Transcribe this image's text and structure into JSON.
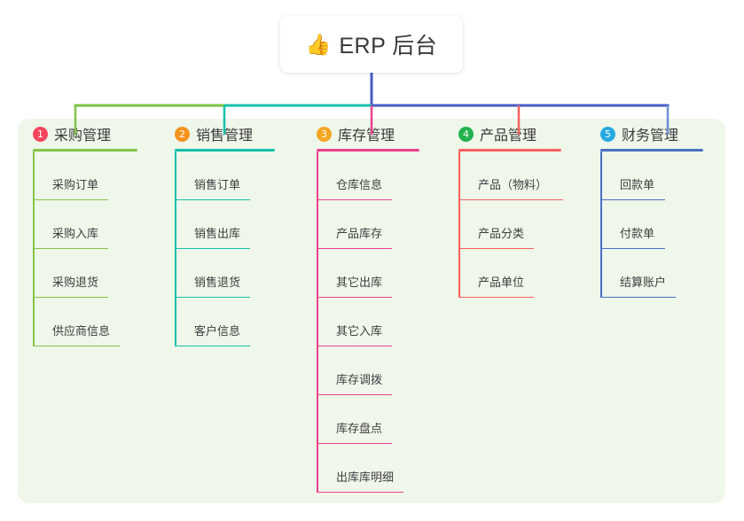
{
  "root": {
    "icon": "thumbs-up-icon",
    "emoji": "👍",
    "title": "ERP 后台"
  },
  "theme": {
    "panel_background": "#eef7e9",
    "page_background": "#ffffff",
    "text": "#3c3c3c",
    "root_stem": "#4a5bc4"
  },
  "connector_segments": [
    {
      "name": "segment-green",
      "color": "#7ac143"
    },
    {
      "name": "segment-teal",
      "color": "#14c0ac"
    },
    {
      "name": "segment-blue",
      "color": "#4a5bc4"
    }
  ],
  "columns": [
    {
      "number": "1",
      "title": "采购管理",
      "badge_color": "#f4455f",
      "line_color": "#85c44a",
      "drop_color": "#85c44a",
      "rule_width": 118,
      "items": [
        {
          "label": "采购订单",
          "rule_width": 84
        },
        {
          "label": "采购入库",
          "rule_width": 84
        },
        {
          "label": "采购退货",
          "rule_width": 84
        },
        {
          "label": "供应商信息",
          "rule_width": 97
        }
      ]
    },
    {
      "number": "2",
      "title": "销售管理",
      "badge_color": "#f7921e",
      "line_color": "#14c0ac",
      "drop_color": "#14c0ac",
      "rule_width": 113,
      "items": [
        {
          "label": "销售订单",
          "rule_width": 84
        },
        {
          "label": "销售出库",
          "rule_width": 84
        },
        {
          "label": "销售退货",
          "rule_width": 84
        },
        {
          "label": "客户信息",
          "rule_width": 84
        }
      ]
    },
    {
      "number": "3",
      "title": "库存管理",
      "badge_color": "#f5a623",
      "line_color": "#ec3f8f",
      "drop_color": "#ec3f8f",
      "rule_width": 116,
      "items": [
        {
          "label": "仓库信息",
          "rule_width": 84
        },
        {
          "label": "产品库存",
          "rule_width": 84
        },
        {
          "label": "其它出库",
          "rule_width": 84
        },
        {
          "label": "其它入库",
          "rule_width": 84
        },
        {
          "label": "库存调拨",
          "rule_width": 84
        },
        {
          "label": "库存盘点",
          "rule_width": 84
        },
        {
          "label": "出库库明细",
          "rule_width": 97
        }
      ]
    },
    {
      "number": "4",
      "title": "产品管理",
      "badge_color": "#22b14c",
      "line_color": "#f9605e",
      "drop_color": "#f9605e",
      "rule_width": 116,
      "items": [
        {
          "label": "产品（物料）",
          "rule_width": 117
        },
        {
          "label": "产品分类",
          "rule_width": 84
        },
        {
          "label": "产品单位",
          "rule_width": 84
        }
      ]
    },
    {
      "number": "5",
      "title": "财务管理",
      "badge_color": "#27aae1",
      "line_color": "#4a6fc4",
      "drop_color": "#6f8fd6",
      "rule_width": 116,
      "items": [
        {
          "label": "回款单",
          "rule_width": 72
        },
        {
          "label": "付款单",
          "rule_width": 72
        },
        {
          "label": "结算账户",
          "rule_width": 84
        }
      ]
    }
  ]
}
